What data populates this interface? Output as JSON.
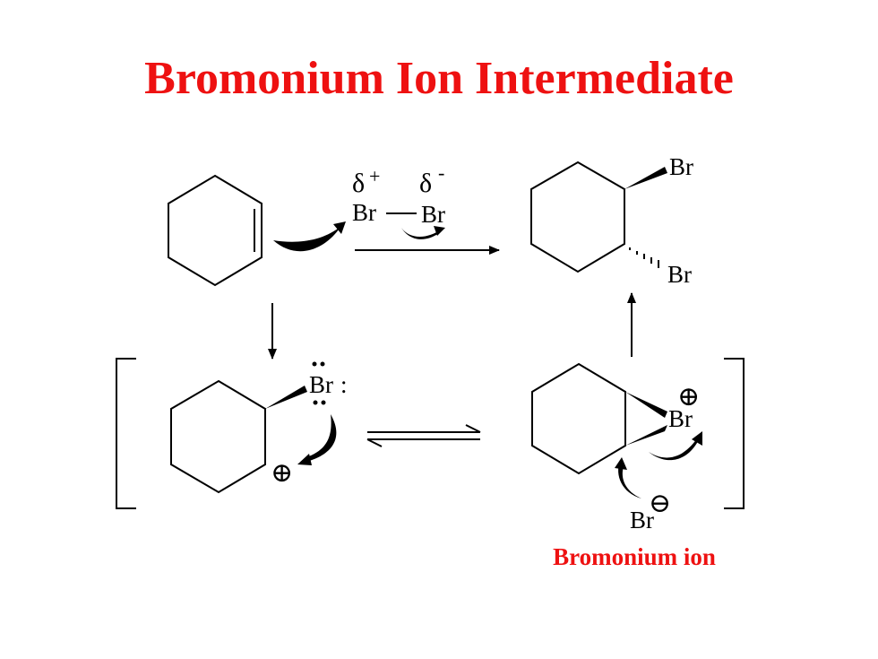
{
  "title": "Bromonium Ion Intermediate",
  "colors": {
    "title": "#ee1111",
    "caption": "#ee1111",
    "ink": "#000000"
  },
  "reagent": {
    "delta_plus": "δ",
    "plus_sign": "+",
    "delta_minus": "δ",
    "minus_sign": "-",
    "br_left": "Br",
    "br_right": "Br"
  },
  "product": {
    "br_top": "Br",
    "br_bottom": "Br"
  },
  "carbocation": {
    "br": "Br",
    "lone_pair_right": ":",
    "charge": "⊕"
  },
  "bromonium": {
    "br": "Br",
    "charge": "⊕",
    "bromide": "Br",
    "bromide_charge": "⊖"
  },
  "caption": "Bromonium ion"
}
